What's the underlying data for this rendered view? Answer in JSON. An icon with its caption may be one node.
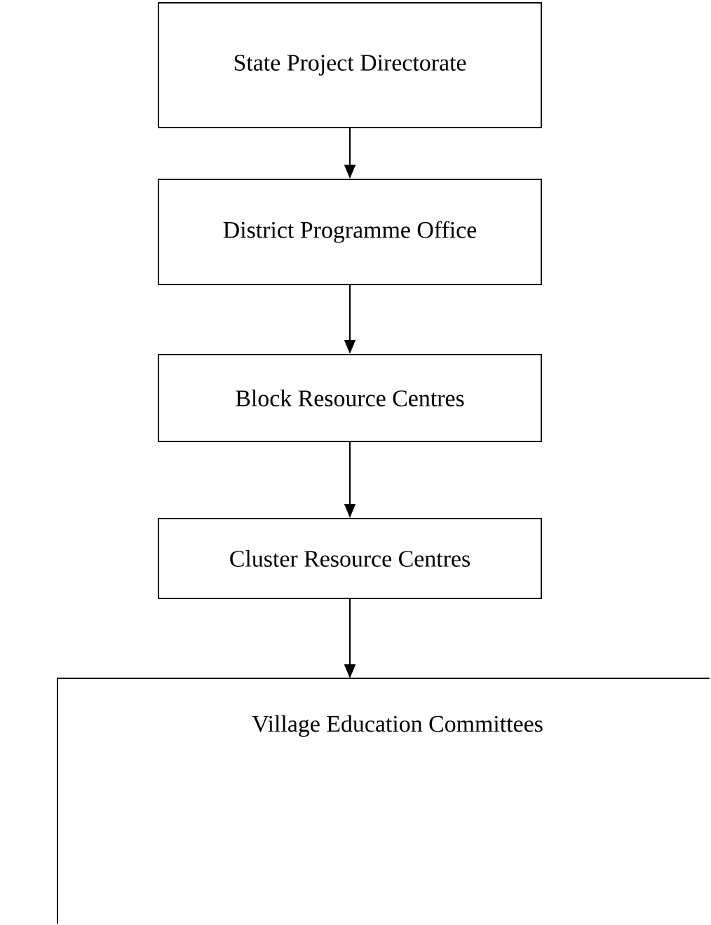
{
  "diagram": {
    "nodes": [
      {
        "text": [
          "State Project Directorate"
        ]
      },
      {
        "text": [
          "District Programme Office"
        ]
      },
      {
        "text": [
          "Block Resource Centres"
        ]
      },
      {
        "text": [
          "Cluster Resource Centres"
        ]
      },
      {
        "text": [
          "Village Education Committees"
        ]
      }
    ],
    "edges": [
      {
        "from": 0,
        "to": 1,
        "arrow": "to"
      },
      {
        "from": 1,
        "to": 2,
        "arrow": "to"
      },
      {
        "from": 2,
        "to": 3,
        "arrow": "to"
      },
      {
        "from": 3,
        "to": 4,
        "arrow": "to"
      }
    ]
  }
}
